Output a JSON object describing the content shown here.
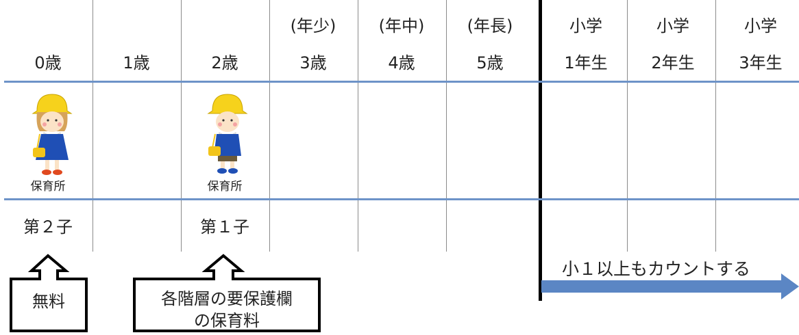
{
  "columns": [
    {
      "top": "",
      "bottom": "0歳"
    },
    {
      "top": "",
      "bottom": "1歳"
    },
    {
      "top": "",
      "bottom": "2歳"
    },
    {
      "top": "(年少)",
      "bottom": "3歳"
    },
    {
      "top": "(年中)",
      "bottom": "4歳"
    },
    {
      "top": "(年長)",
      "bottom": "5歳"
    },
    {
      "top": "小学",
      "bottom": "1年生"
    },
    {
      "top": "小学",
      "bottom": "2年生"
    },
    {
      "top": "小学",
      "bottom": "3年生"
    }
  ],
  "figures": [
    {
      "icon": "nursery-girl-icon",
      "caption": "保育所"
    },
    {
      "icon": "nursery-boy-icon",
      "caption": "保育所"
    }
  ],
  "children": {
    "second": "第２子",
    "first": "第１子"
  },
  "callouts": {
    "free": "無料",
    "fee_line1": "各階層の要保護欄",
    "fee_line2": "の保育料"
  },
  "arrow_label": "小１以上もカウントする",
  "colors": {
    "row_divider": "#6d93c8",
    "arrow": "#5b86c4",
    "school_divider": "#000000"
  }
}
